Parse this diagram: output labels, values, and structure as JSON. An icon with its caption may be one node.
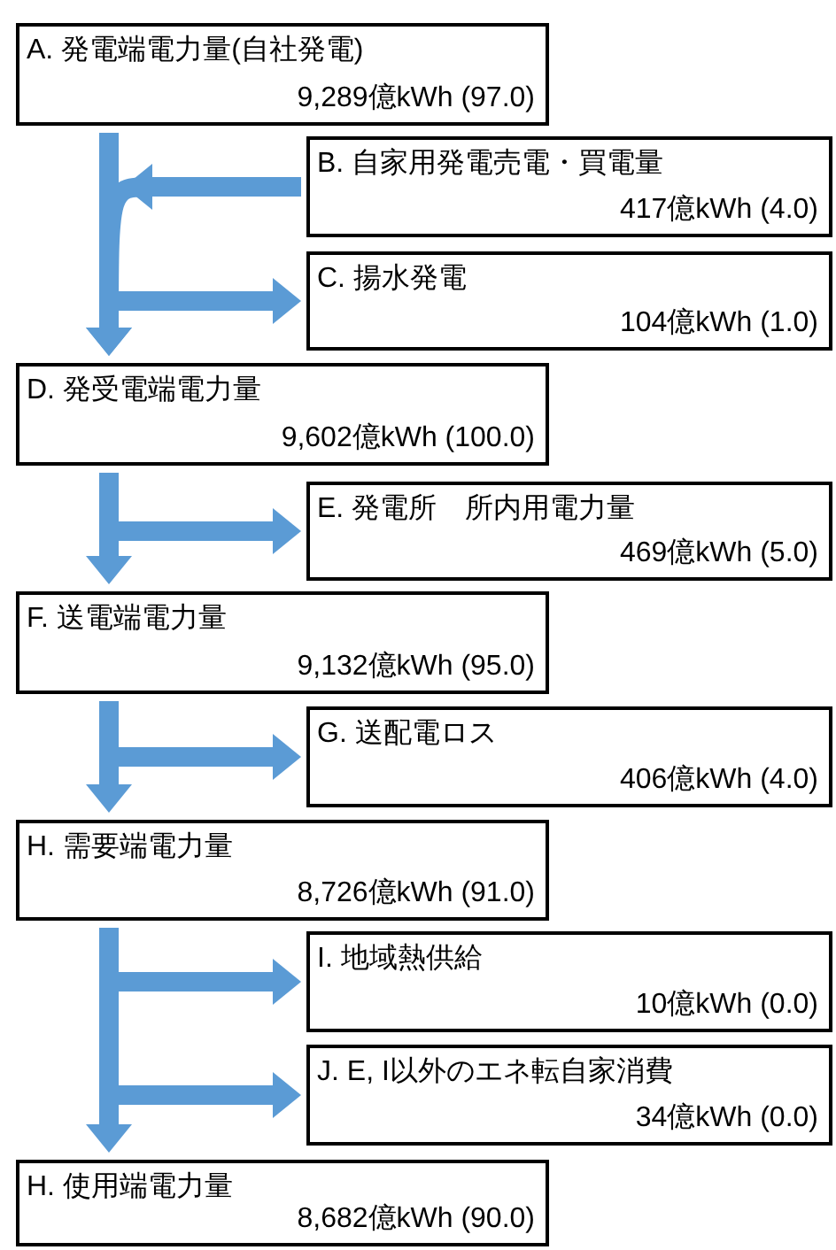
{
  "diagram": {
    "nodes": [
      {
        "text": [
          "A. 発電端電力量(自社発電)",
          "9,289億kWh (97.0)"
        ]
      },
      {
        "text": [
          "B. 自家用発電売電・買電量",
          "417億kWh (4.0)"
        ]
      },
      {
        "text": [
          "C. 揚水発電",
          "104億kWh (1.0)"
        ]
      },
      {
        "text": [
          "D. 発受電端電力量",
          "9,602億kWh (100.0)"
        ]
      },
      {
        "text": [
          "E. 発電所　所内用電力量",
          "469億kWh (5.0)"
        ]
      },
      {
        "text": [
          "F. 送電端電力量",
          "9,132億kWh (95.0)"
        ]
      },
      {
        "text": [
          "G. 送配電ロス",
          "406億kWh (4.0)"
        ]
      },
      {
        "text": [
          "H. 需要端電力量",
          "8,726億kWh (91.0)"
        ]
      },
      {
        "text": [
          "I. 地域熱供給",
          "10億kWh (0.0)"
        ]
      },
      {
        "text": [
          "J. E, I以外のエネ転自家消費",
          "34億kWh (0.0)"
        ]
      },
      {
        "text": [
          "H. 使用端電力量",
          "8,682億kWh (90.0)"
        ]
      }
    ],
    "edges": [
      {
        "from": 0,
        "to": 3,
        "arrow": "to"
      },
      {
        "from": 1,
        "to": 3,
        "arrow": "to"
      },
      {
        "from": 0,
        "to": 2,
        "arrow": "to"
      },
      {
        "from": 3,
        "to": 5,
        "arrow": "to"
      },
      {
        "from": 3,
        "to": 4,
        "arrow": "to"
      },
      {
        "from": 5,
        "to": 7,
        "arrow": "to"
      },
      {
        "from": 5,
        "to": 6,
        "arrow": "to"
      },
      {
        "from": 7,
        "to": 10,
        "arrow": "to"
      },
      {
        "from": 7,
        "to": 8,
        "arrow": "to"
      },
      {
        "from": 7,
        "to": 9,
        "arrow": "to"
      }
    ]
  }
}
